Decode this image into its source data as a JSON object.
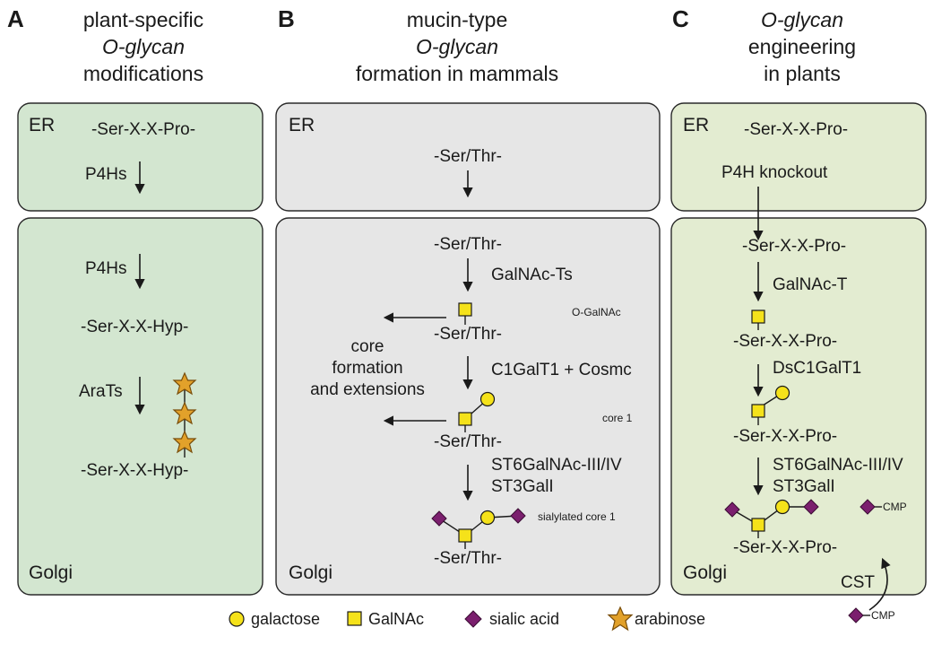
{
  "panels": {
    "a": {
      "letter": "A",
      "title1": "plant-specific",
      "title2": "O-glycan",
      "title3": "modifications",
      "er": "ER",
      "golgi": "Golgi",
      "er_seq": "-Ser-X-X-Pro-",
      "er_enzyme": "P4Hs",
      "golgi_enzyme": "P4Hs",
      "golgi_seq1": "-Ser-X-X-Hyp-",
      "golgi_enzyme2": "AraTs",
      "golgi_seq2": "-Ser-X-X-Hyp-"
    },
    "b": {
      "letter": "B",
      "title1": "mucin-type",
      "title2": "O-glycan",
      "title3": "formation in mammals",
      "er": "ER",
      "golgi": "Golgi",
      "er_seq": "-Ser/Thr-",
      "seq": "-Ser/Thr-",
      "enzyme1": "GalNAc-Ts",
      "note1": "O-GalNAc",
      "enzyme2": "C1GalT1 + Cosmc",
      "note2": "core 1",
      "enzyme3a": "ST6GalNAc-III/IV",
      "enzyme3b": "ST3GalI",
      "note3": "sialylated core 1",
      "side1": "core",
      "side2": "formation",
      "side3": "and extensions"
    },
    "c": {
      "letter": "C",
      "title1": "O-glycan",
      "title2": "engineering",
      "title3": "in plants",
      "er": "ER",
      "golgi": "Golgi",
      "er_seq": "-Ser-X-X-Pro-",
      "er_step": "P4H knockout",
      "seq": "-Ser-X-X-Pro-",
      "enzyme1": "GalNAc-T",
      "enzyme2": "DsC1GalT1",
      "enzyme3a": "ST6GalNAc-III/IV",
      "enzyme3b": "ST3GalI",
      "cmp": "CMP",
      "cst": "CST"
    }
  },
  "legend": {
    "galactose": "galactose",
    "galnac": "GalNAc",
    "sialic": "sialic acid",
    "arabinose": "arabinose"
  },
  "colors": {
    "panel_a_fill": "#d3e6d0",
    "panel_b_fill": "#e6e6e6",
    "panel_c_fill": "#e3ecd1",
    "galactose": "#f5e21a",
    "galnac": "#f5e21a",
    "sialic_acid": "#7b1f6e",
    "arabinose": "#e2a12a"
  }
}
